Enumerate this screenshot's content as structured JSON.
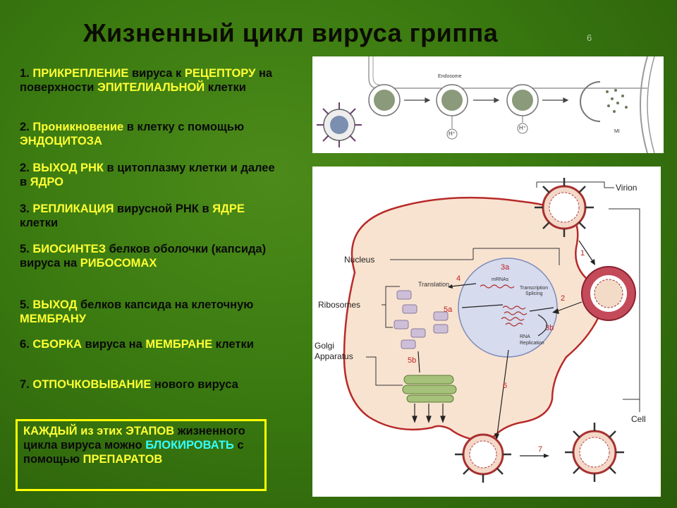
{
  "title": "Жизненный цикл вируса гриппа",
  "slide_number": "6",
  "steps": [
    {
      "parts": [
        {
          "t": "1. ",
          "h": false
        },
        {
          "t": "ПРИКРЕПЛЕНИЕ",
          "h": true
        },
        {
          "t": " вируса к ",
          "h": false
        },
        {
          "t": "РЕЦЕПТОРУ",
          "h": true
        },
        {
          "t": " на поверхности ",
          "h": false
        },
        {
          "t": "ЭПИТЕЛИАЛЬНОЙ",
          "h": true
        },
        {
          "t": " клетки",
          "h": false
        }
      ]
    },
    {
      "parts": [
        {
          "t": "2. ",
          "h": false
        },
        {
          "t": "Проникновение",
          "h": true
        },
        {
          "t": " в клетку с помощью ",
          "h": false
        },
        {
          "t": "ЭНДОЦИТОЗА",
          "h": true
        }
      ]
    },
    {
      "parts": [
        {
          "t": "2. ",
          "h": false
        },
        {
          "t": "ВЫХОД  РНК",
          "h": true
        },
        {
          "t": " в цитоплазму клетки и далее в ",
          "h": false
        },
        {
          "t": "ЯДРО",
          "h": true
        }
      ]
    },
    {
      "parts": [
        {
          "t": "3. ",
          "h": false
        },
        {
          "t": "РЕПЛИКАЦИЯ",
          "h": true
        },
        {
          "t": " вирусной РНК в ",
          "h": false
        },
        {
          "t": "ЯДРЕ",
          "h": true
        },
        {
          "t": " клетки",
          "h": false
        }
      ]
    },
    {
      "parts": [
        {
          "t": "5. ",
          "h": false
        },
        {
          "t": "БИОСИНТЕЗ",
          "h": true
        },
        {
          "t": " белков оболочки (капсида) вируса на ",
          "h": false
        },
        {
          "t": "РИБОСОМАХ",
          "h": true
        }
      ]
    },
    {
      "parts": [
        {
          "t": "5. ",
          "h": false
        },
        {
          "t": "ВЫХОД",
          "h": true
        },
        {
          "t": " белков капсида на клеточную ",
          "h": false
        },
        {
          "t": "МЕМБРАНУ",
          "h": true
        }
      ]
    },
    {
      "parts": [
        {
          "t": "6. ",
          "h": false
        },
        {
          "t": "СБОРКА",
          "h": true
        },
        {
          "t": " вируса на ",
          "h": false
        },
        {
          "t": "МЕМБРАНЕ",
          "h": true
        },
        {
          "t": " клетки",
          "h": false
        }
      ]
    },
    {
      "parts": [
        {
          "t": "7. ",
          "h": false
        },
        {
          "t": "ОТПОЧКОВЫВАНИЕ",
          "h": true
        },
        {
          "t": " нового вируса",
          "h": false
        }
      ]
    }
  ],
  "note": {
    "parts": [
      {
        "t": "КАЖДЫЙ",
        "h": "y"
      },
      {
        "t": " из этих ",
        "h": "y"
      },
      {
        "t": "ЭТАПОВ",
        "h": "y"
      },
      {
        "t": " жизненного цикла вируса можно ",
        "h": ""
      },
      {
        "t": "БЛОКИРОВАТЬ",
        "h": "c"
      },
      {
        "t": " с помощью ",
        "h": ""
      },
      {
        "t": "ПРЕПАРАТОВ",
        "h": "y"
      }
    ]
  },
  "top_diagram": {
    "endosome_label": "Endosome",
    "proton_label_1": "H⁺",
    "proton_label_2": "H⁺",
    "m1_label": "MI"
  },
  "main_diagram": {
    "labels": {
      "virion": "Virion",
      "nucleus": "Nucleus",
      "ribosomes": "Ribosomes",
      "golgi_1": "Golgi",
      "golgi_2": "Apparatus",
      "cell": "Cell",
      "translation": "Translation",
      "mrnas": "mRNAs",
      "transcription": "Transcription",
      "splicing": "Splicing",
      "rna": "RNA",
      "replication": "Replication"
    },
    "step_numbers": {
      "s1": "1",
      "s2": "2",
      "s3a": "3a",
      "s3b": "3b",
      "s4": "4",
      "s5a": "5a",
      "s5b": "5b",
      "s6": "6",
      "s7": "7"
    }
  },
  "colors": {
    "background": "#3a7a10",
    "highlight_yellow": "#ffff33",
    "highlight_cyan": "#33ffff",
    "note_border": "#ffff00",
    "cell_fill": "#f8e3d0",
    "cell_border": "#b82a2a",
    "nucleus_fill": "#d6dbee",
    "step_number": "#c02020"
  }
}
